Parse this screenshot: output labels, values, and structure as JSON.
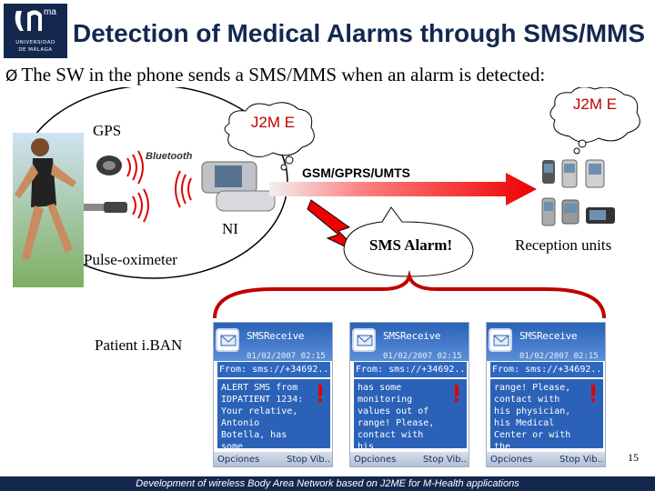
{
  "header": {
    "title": "Detection of Medical Alarms through SMS/MMS",
    "logo_mark": "ma",
    "logo_text_1": "UNIVERSIDAD",
    "logo_text_2": "DE MÁLAGA"
  },
  "subtitle": {
    "bullet": "Ø",
    "text": "The SW in the phone sends a SMS/MMS when an alarm is detected:"
  },
  "diagram": {
    "gps_label": "GPS",
    "bluetooth_label": "Bluetooth",
    "ni_label": "NI",
    "pulse_label": "Pulse-oximeter",
    "j2me_left": "J2M E",
    "j2me_right": "J2M E",
    "network_label": "GSM/GPRS/UMTS",
    "sms_alarm": "SMS Alarm!",
    "reception_units": "Reception units",
    "patient_label": "Patient i.BAN"
  },
  "screens": [
    {
      "app_title": "SMSReceive",
      "date": "01/02/2007  02:15",
      "from": "From: sms://+34692..",
      "message": "ALERT SMS from IDPATIENT 1234: Your relative, Antonio Botella, has some",
      "left_soft": "Opciones",
      "right_soft": "Stop Vib.."
    },
    {
      "app_title": "SMSReceive",
      "date": "01/02/2007  02:15",
      "from": "From: sms://+34692..",
      "message": "has some monitoring values out of range! Please, contact with his",
      "left_soft": "Opciones",
      "right_soft": "Stop Vib.."
    },
    {
      "app_title": "SMSReceive",
      "date": "01/02/2007  02:15",
      "from": "From: sms://+34692..",
      "message": "range! Please, contact with his physician, his Medical Center or with the",
      "left_soft": "Opciones",
      "right_soft": "Stop Vib.."
    }
  ],
  "page_number": "15",
  "footer": "Development of wireless Body Area Network based on J2ME for M-Health applications",
  "colors": {
    "navy": "#14284f",
    "alert_red": "#e00000",
    "cloud_text": "#c00000",
    "screen_blue": "#2b62b8"
  }
}
